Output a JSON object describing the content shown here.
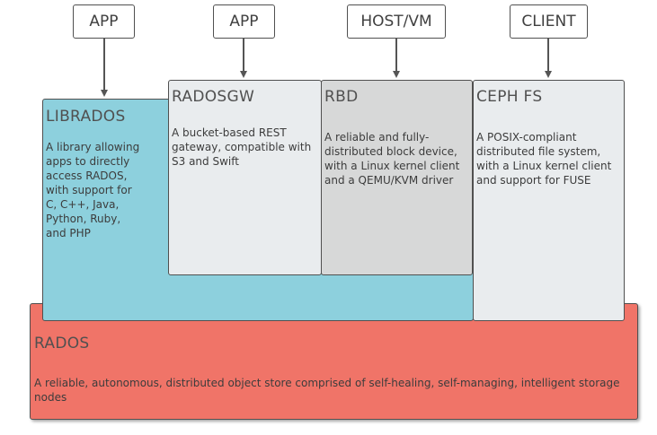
{
  "top_nodes": [
    {
      "label": "APP"
    },
    {
      "label": "APP"
    },
    {
      "label": "HOST/VM"
    },
    {
      "label": "CLIENT"
    }
  ],
  "components": {
    "librados": {
      "title": "LIBRADOS",
      "description_lines": [
        "A library allowing",
        "apps to directly",
        "access RADOS,",
        "with support for",
        "C, C++, Java,",
        "Python, Ruby,",
        "and PHP"
      ]
    },
    "radosgw": {
      "title": "RADOSGW",
      "description_lines": [
        "A bucket-based REST",
        "gateway, compatible with",
        "S3 and Swift"
      ]
    },
    "rbd": {
      "title": "RBD",
      "description_lines": [
        "A reliable and fully-",
        "distributed block device,",
        "with a Linux kernel client",
        "and a QEMU/KVM driver"
      ]
    },
    "cephfs": {
      "title": "CEPH FS",
      "description_lines": [
        "A POSIX-compliant",
        "distributed file system,",
        "with a Linux kernel client",
        "and support for FUSE"
      ]
    },
    "rados": {
      "title": "RADOS",
      "description_lines": [
        "A reliable, autonomous, distributed object store comprised of self-healing, self-managing, intelligent storage",
        "nodes"
      ]
    }
  },
  "colors": {
    "librados": "#8dd0dd",
    "radosgw": "#e9ecee",
    "rbd": "#d7d8d8",
    "cephfs": "#e9ecee",
    "rados": "#f07468",
    "arrow": "#555555"
  }
}
